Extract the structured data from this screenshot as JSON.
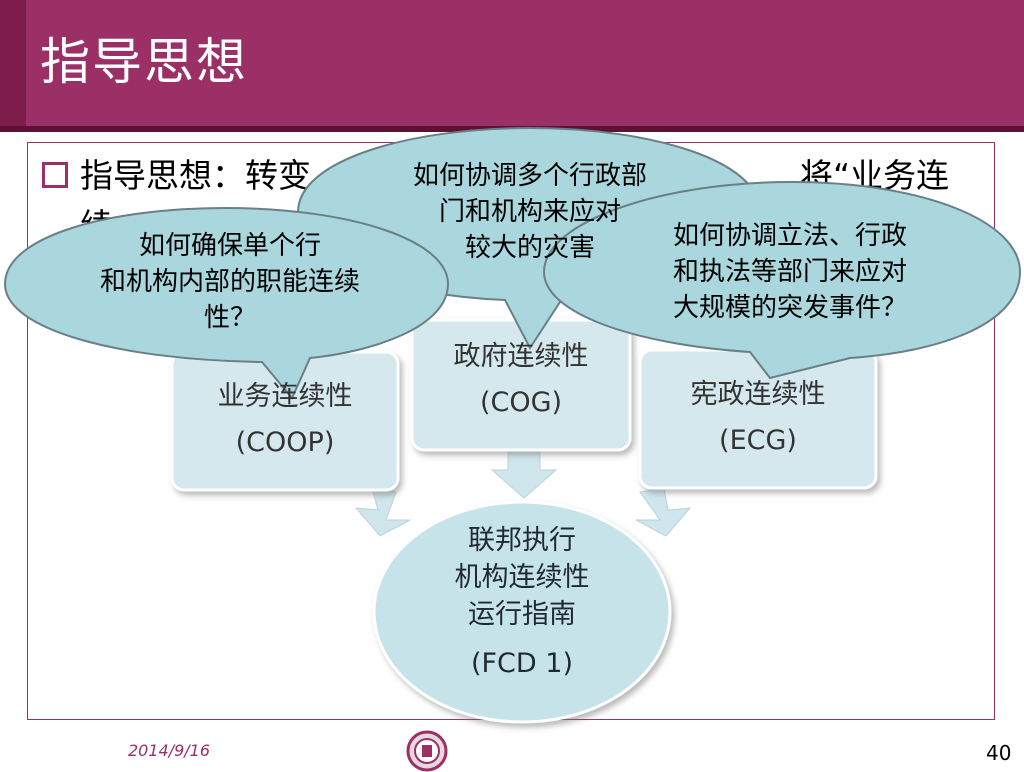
{
  "slide": {
    "title": "指导思想",
    "bullet_prefix": "指导思想：转变",
    "bullet_tail": "将“业务连",
    "bullet_line2": "续"
  },
  "boxes": [
    {
      "name": "coop",
      "line1": "业务连续性",
      "line2": "(COOP)"
    },
    {
      "name": "cog",
      "line1": "政府连续性",
      "line2": "(COG)"
    },
    {
      "name": "ecg",
      "line1": "宪政连续性",
      "line2": "(ECG)"
    }
  ],
  "center_circle": {
    "lines": [
      "联邦执行",
      "机构连续性",
      "运行指南"
    ],
    "code": "(FCD 1)"
  },
  "bubbles": {
    "left": [
      "如何确保单个行",
      "和机构内部的职能连续",
      "性？"
    ],
    "middle": [
      "如何协调多个行政部",
      "门和机构来应对",
      "较大的灾害"
    ],
    "right": [
      "如何协调立法、行政",
      "和执法等部门来应对",
      "大规模的突发事件？"
    ]
  },
  "footer": {
    "date": "2014/9/16",
    "page": "40"
  },
  "colors": {
    "header": "#9b3066",
    "box_fill": "#d4e8ee",
    "bubble_fill": "#a9d7dd",
    "bubble_stroke": "#6a7f86"
  }
}
